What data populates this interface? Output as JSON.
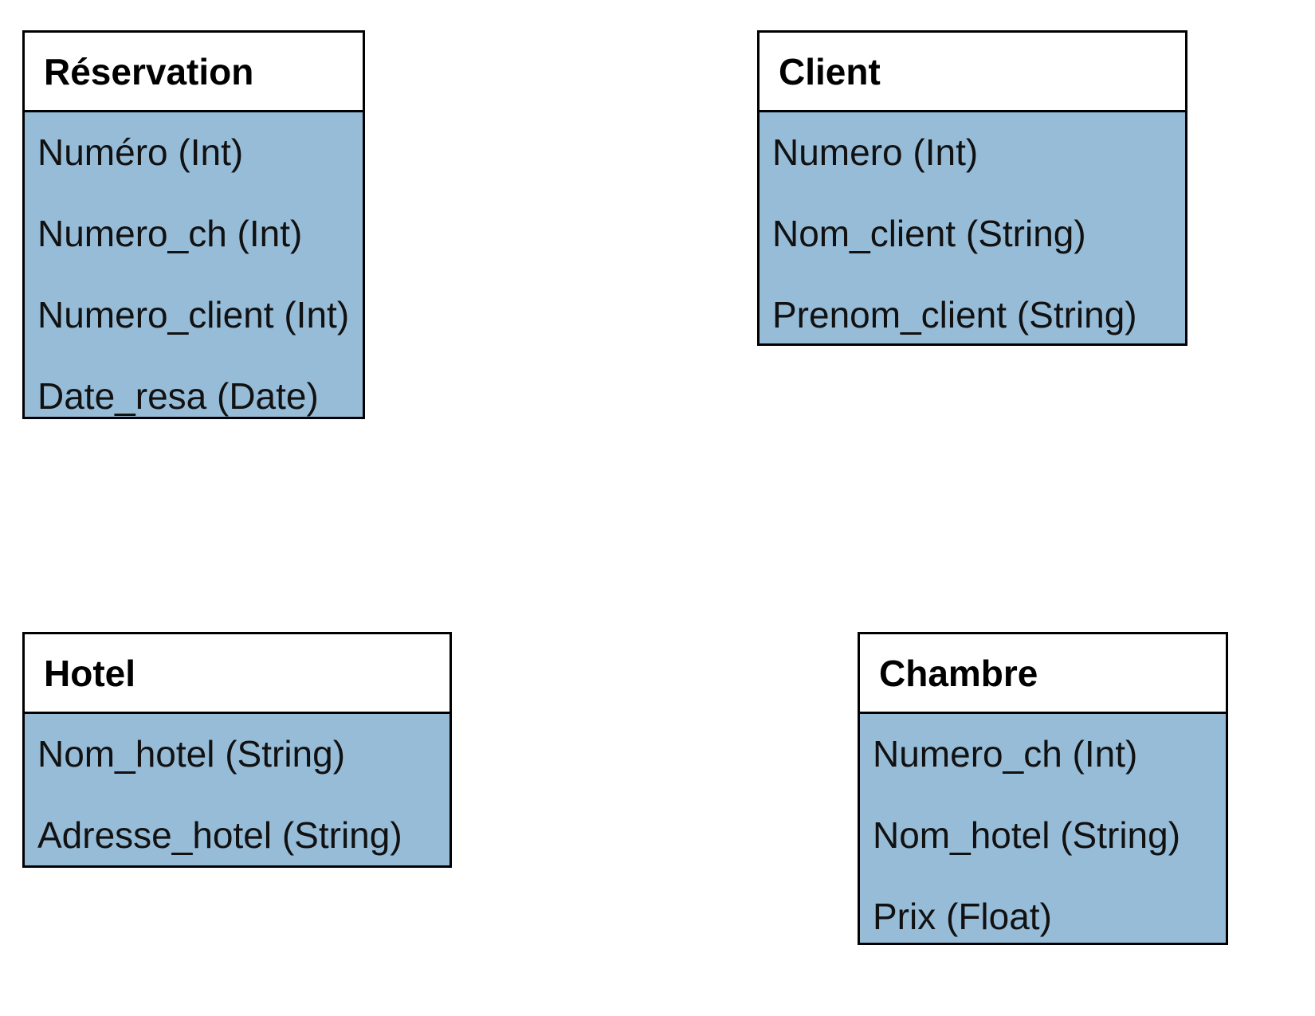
{
  "diagram": {
    "fill_color": "#97bcd8",
    "entities": [
      {
        "name": "Réservation",
        "attributes": [
          "Numéro (Int)",
          "Numero_ch (Int)",
          "Numero_client (Int)",
          "Date_resa (Date)"
        ]
      },
      {
        "name": "Client",
        "attributes": [
          "Numero (Int)",
          "Nom_client (String)",
          "Prenom_client (String)"
        ]
      },
      {
        "name": "Hotel",
        "attributes": [
          "Nom_hotel (String)",
          "Adresse_hotel (String)"
        ]
      },
      {
        "name": "Chambre",
        "attributes": [
          "Numero_ch (Int)",
          "Nom_hotel (String)",
          "Prix (Float)"
        ]
      }
    ]
  }
}
